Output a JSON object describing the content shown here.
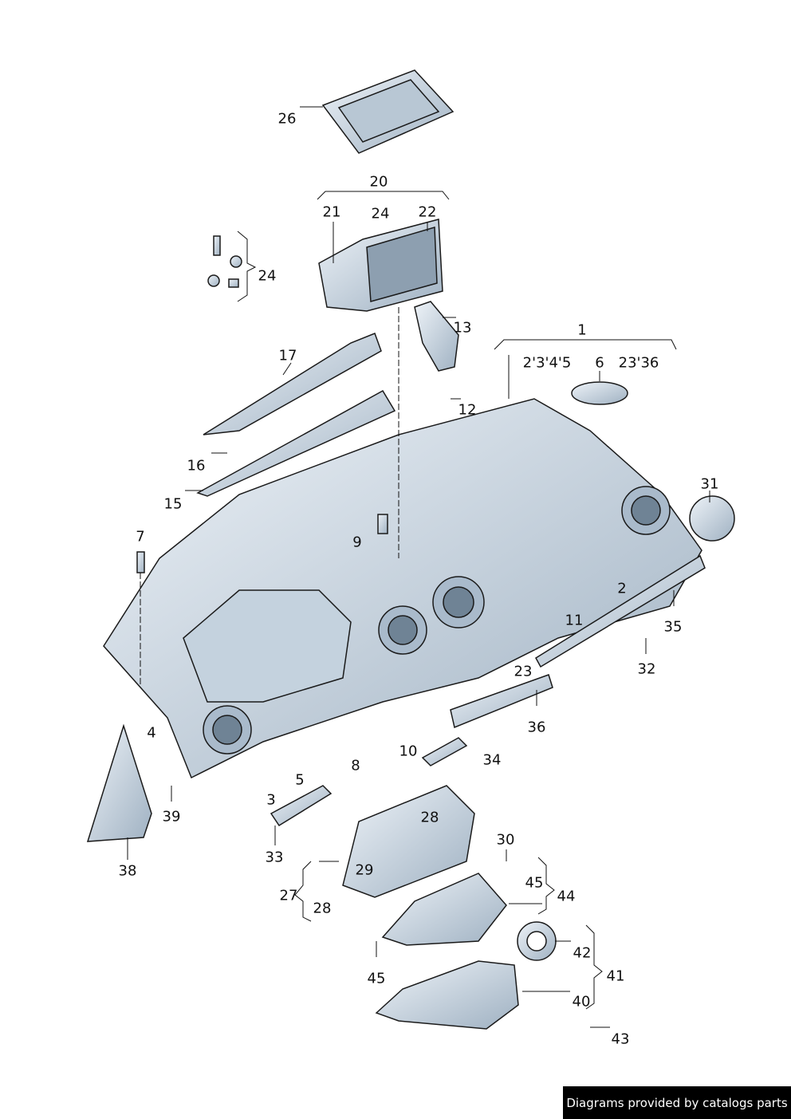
{
  "diagram": {
    "callouts": [
      "26",
      "20",
      "21",
      "24",
      "22",
      "24",
      "13",
      "1",
      "2'3'4'5",
      "6",
      "23'36",
      "17",
      "12",
      "16",
      "15",
      "31",
      "7",
      "9",
      "2",
      "11",
      "35",
      "32",
      "23",
      "36",
      "4",
      "8",
      "10",
      "34",
      "5",
      "39",
      "3",
      "28",
      "33",
      "30",
      "29",
      "38",
      "45",
      "44",
      "27",
      "28",
      "42",
      "41",
      "45",
      "40",
      "43"
    ]
  },
  "footer": {
    "text": "Diagrams provided by catalogs parts"
  },
  "colors": {
    "part_fill": "#d9e3ec",
    "part_shade": "#9fb1c2",
    "stroke": "#1a1a1a"
  }
}
